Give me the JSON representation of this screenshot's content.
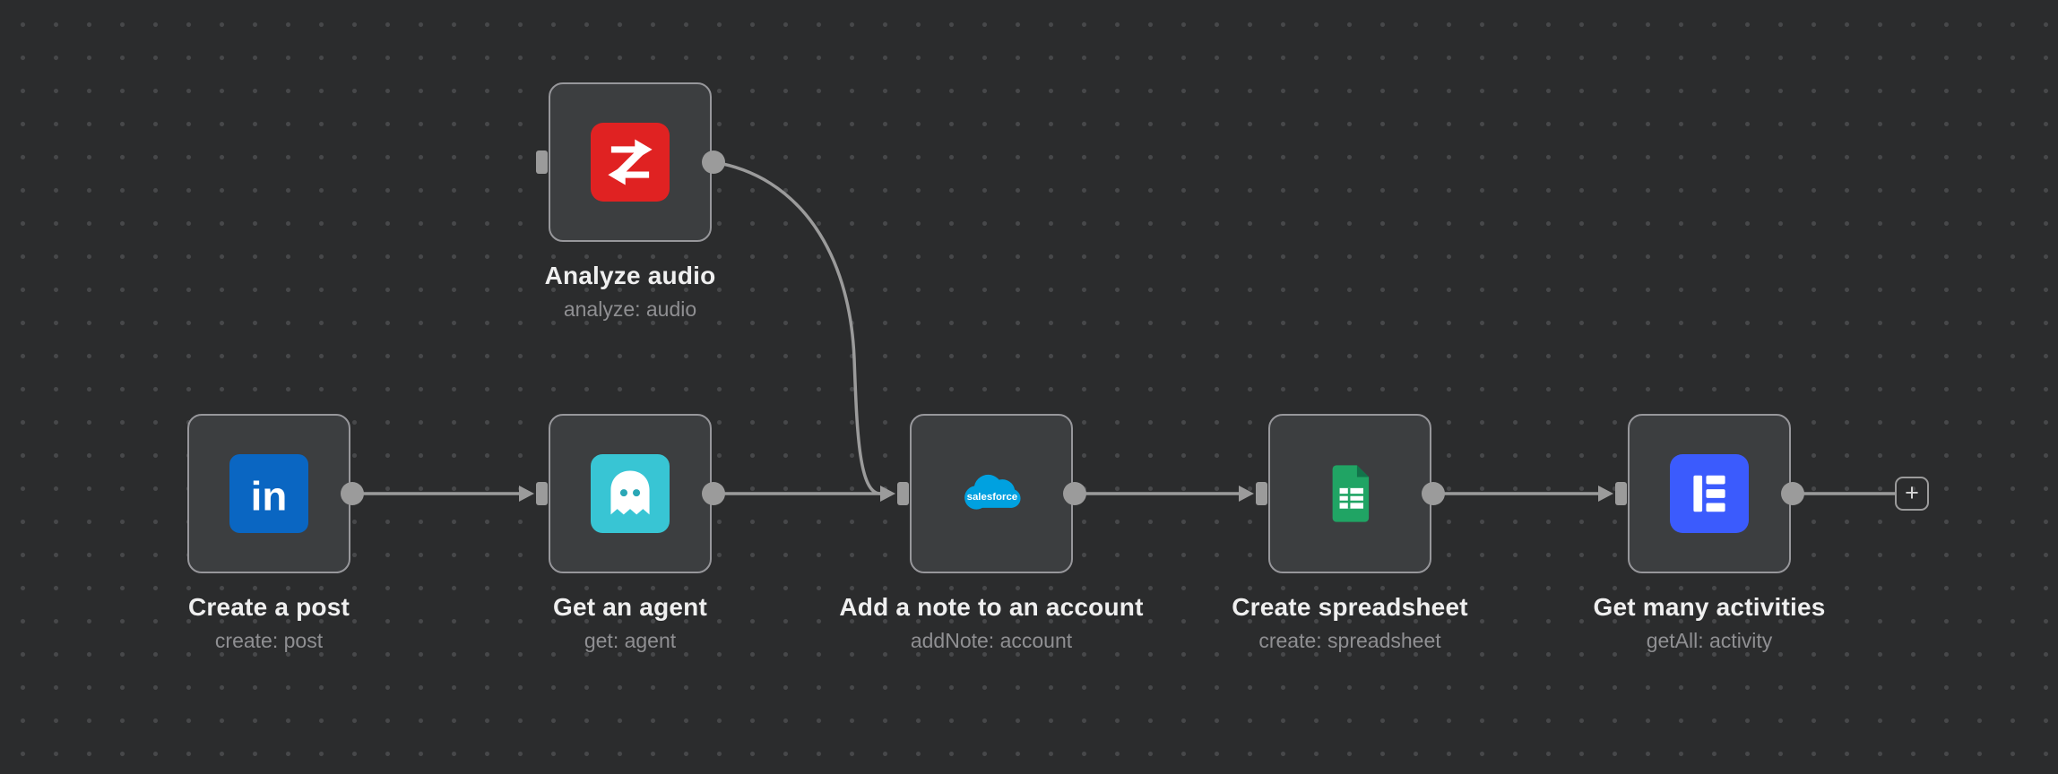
{
  "canvas": {
    "background": "#2b2c2d",
    "dot_color": "#47484a",
    "connector_color": "#9b9b9b",
    "node_background": "#3c3e40",
    "node_border": "#97979b"
  },
  "nodes": [
    {
      "id": "analyze-audio",
      "title": "Analyze audio",
      "subtitle": "analyze: audio",
      "icon": "red-z-arrows-icon",
      "brand_color": "#e02222"
    },
    {
      "id": "create-a-post",
      "title": "Create a post",
      "subtitle": "create: post",
      "icon": "linkedin-icon",
      "brand_color": "#0a66c2",
      "icon_text": "in"
    },
    {
      "id": "get-an-agent",
      "title": "Get an agent",
      "subtitle": "get: agent",
      "icon": "ghost-icon",
      "brand_color": "#38c5d4"
    },
    {
      "id": "add-note-to-account",
      "title": "Add a note to an account",
      "subtitle": "addNote: account",
      "icon": "salesforce-cloud-icon",
      "brand_color": "#00a1e0",
      "icon_text": "salesforce"
    },
    {
      "id": "create-spreadsheet",
      "title": "Create spreadsheet",
      "subtitle": "create: spreadsheet",
      "icon": "google-sheets-icon",
      "brand_color": "#20a464"
    },
    {
      "id": "get-many-activities",
      "title": "Get many activities",
      "subtitle": "getAll: activity",
      "icon": "blue-e-bars-icon",
      "brand_color": "#3b5bfd"
    }
  ],
  "add_node_button": {
    "label": "+"
  }
}
